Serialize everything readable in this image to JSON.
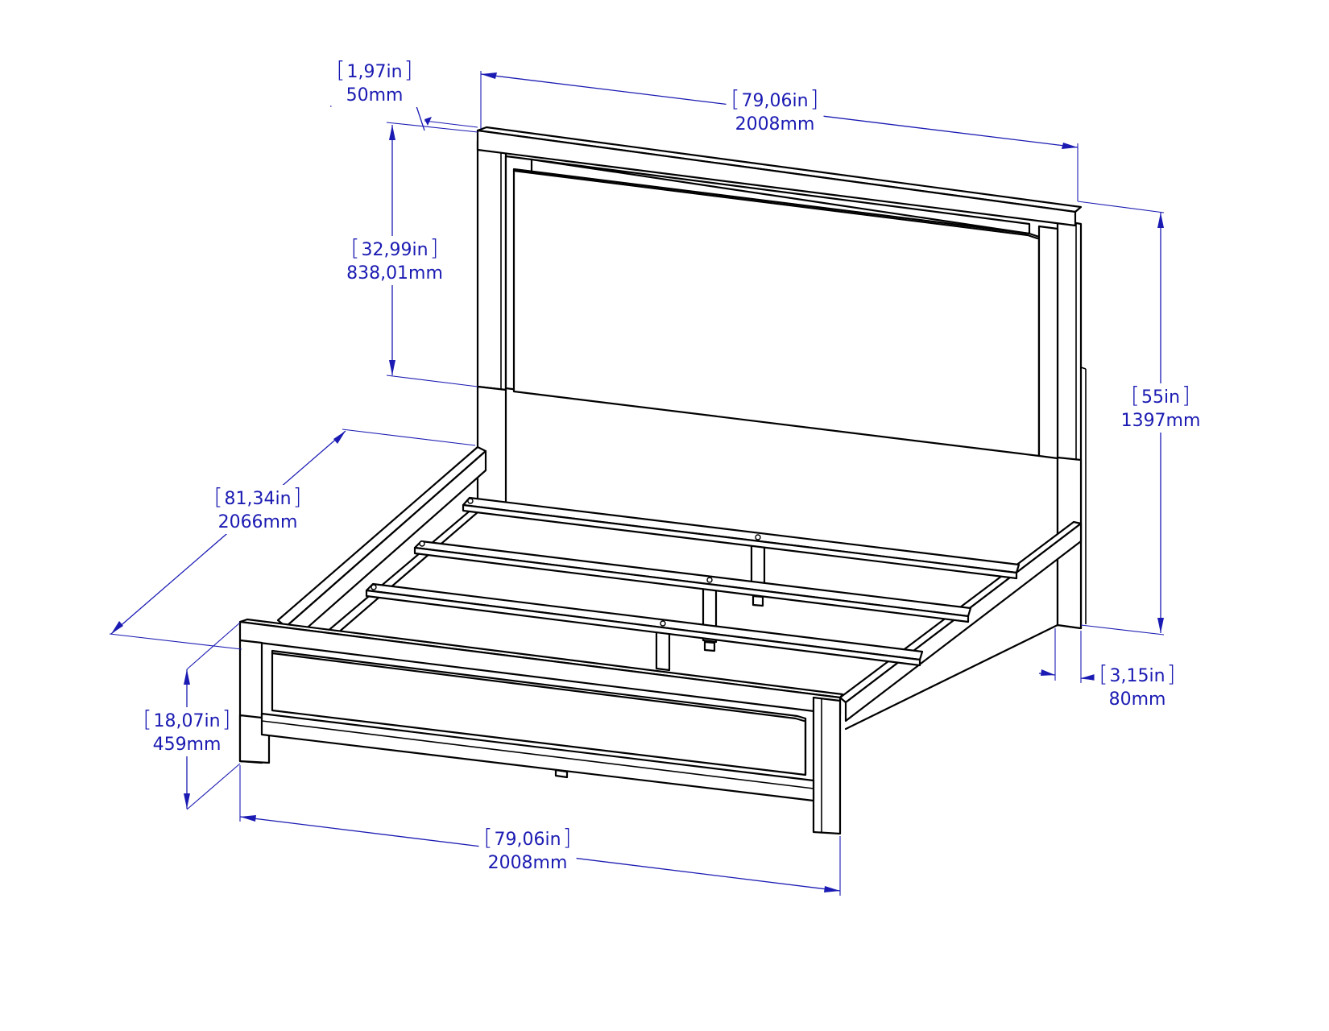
{
  "diagram": {
    "colors": {
      "dimension": "#1b1bb3",
      "outline": "#000000",
      "background": "#ffffff"
    },
    "dimensions": {
      "headboard_thickness": {
        "inches": "1,97in",
        "mm": "50mm"
      },
      "headboard_width": {
        "inches": "79,06in",
        "mm": "2008mm"
      },
      "headboard_panel_height": {
        "inches": "32,99in",
        "mm": "838,01mm"
      },
      "overall_height": {
        "inches": "55in",
        "mm": "1397mm"
      },
      "bed_length": {
        "inches": "81,34in",
        "mm": "2066mm"
      },
      "footboard_height": {
        "inches": "18,07in",
        "mm": "459mm"
      },
      "leg_width": {
        "inches": "3,15in",
        "mm": "80mm"
      },
      "footboard_width": {
        "inches": "79,06in",
        "mm": "2008mm"
      }
    }
  }
}
